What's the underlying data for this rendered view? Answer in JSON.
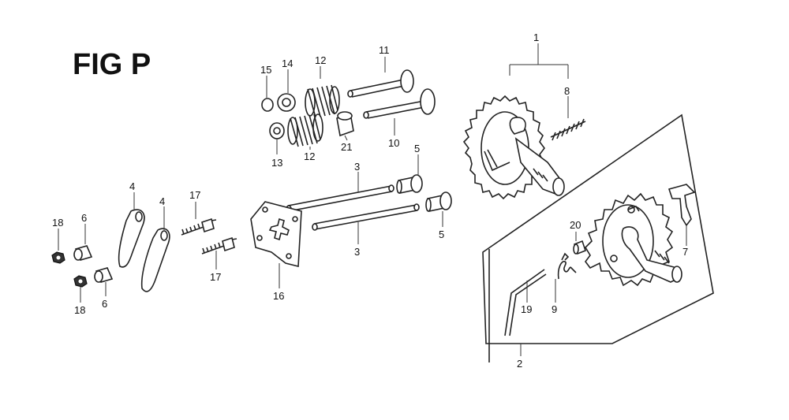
{
  "figure": {
    "title": "FIG P"
  },
  "callouts": {
    "c1": "1",
    "c2": "2",
    "c3a": "3",
    "c3b": "3",
    "c4a": "4",
    "c4b": "4",
    "c5a": "5",
    "c5b": "5",
    "c6a": "6",
    "c6b": "6",
    "c7": "7",
    "c8": "8",
    "c9": "9",
    "c10": "10",
    "c11": "11",
    "c12a": "12",
    "c12b": "12",
    "c13": "13",
    "c14": "14",
    "c15": "15",
    "c16": "16",
    "c17a": "17",
    "c17b": "17",
    "c18a": "18",
    "c18b": "18",
    "c19": "19",
    "c20": "20",
    "c21": "21"
  }
}
